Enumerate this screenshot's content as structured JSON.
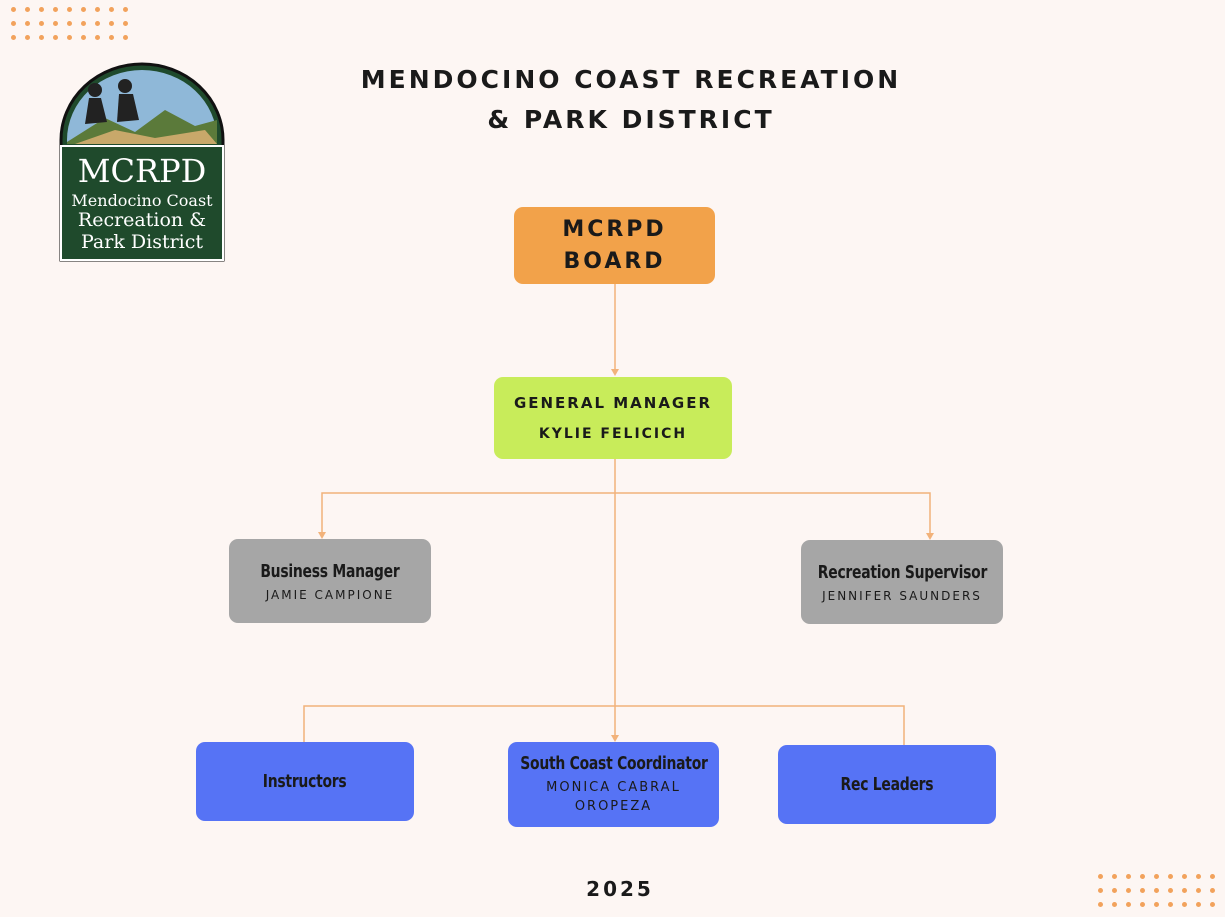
{
  "header": {
    "title_line1": "MENDOCINO COAST RECREATION",
    "title_line2": "& PARK DISTRICT"
  },
  "logo": {
    "abbr": "MCRPD",
    "line1": "Mendocino Coast",
    "line2": "Recreation &",
    "line3": "Park District"
  },
  "org_chart": {
    "board": {
      "line1": "MCRPD",
      "line2": "BOARD"
    },
    "general_manager": {
      "role": "GENERAL MANAGER",
      "name": "KYLIE FELICICH"
    },
    "business_manager": {
      "role": "Business Manager",
      "name": "JAMIE CAMPIONE"
    },
    "recreation_supervisor": {
      "role": "Recreation Supervisor",
      "name": "JENNIFER SAUNDERS"
    },
    "instructors": {
      "role": "Instructors"
    },
    "south_coast_coordinator": {
      "role": "South Coast Coordinator",
      "name_line1": "MONICA CABRAL",
      "name_line2": "OROPEZA"
    },
    "rec_leaders": {
      "role": "Rec Leaders"
    }
  },
  "footer": {
    "year": "2025"
  },
  "colors": {
    "background": "#fdf6f3",
    "board": "#f2a24a",
    "general_manager": "#c8ec5a",
    "managers": "#a6a6a6",
    "staff": "#5673f5",
    "connector": "#f2b27a",
    "logo_green": "#1f4a2c",
    "accent_dots": "#f2a25c"
  }
}
